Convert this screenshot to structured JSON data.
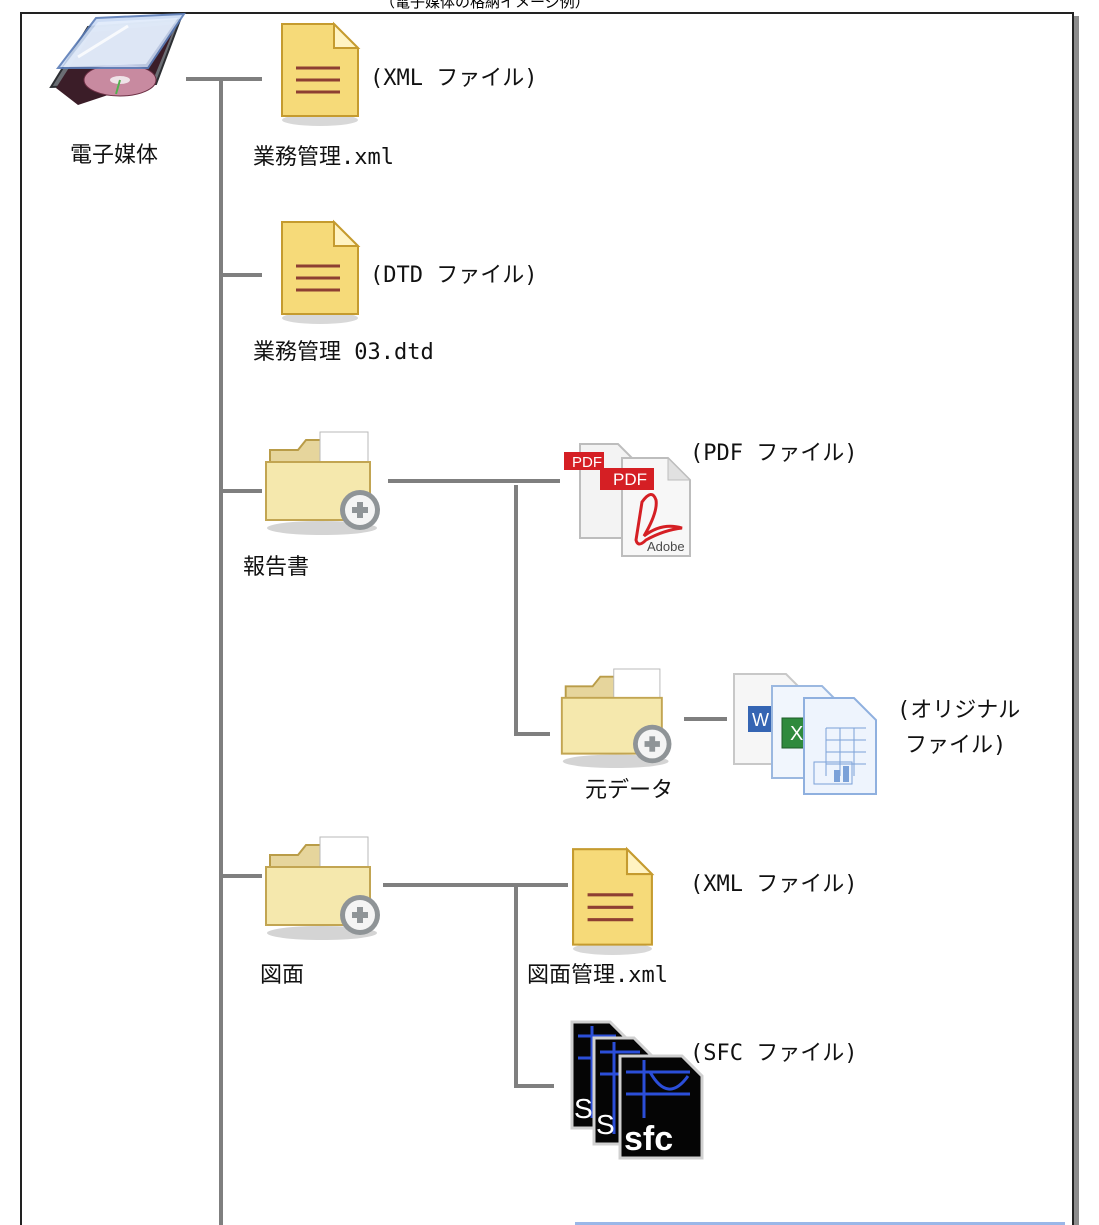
{
  "header": {
    "title": "（電子媒体の格納イメージ例）"
  },
  "root": {
    "label": "電子媒体",
    "icon": "cd-case-icon"
  },
  "items": {
    "xml_file": {
      "name": "業務管理.xml",
      "type": "(XML ファイル)",
      "icon": "xml-document-icon"
    },
    "dtd_file": {
      "name": "業務管理 03.dtd",
      "type": "(DTD ファイル)",
      "icon": "dtd-document-icon"
    },
    "report_folder": {
      "name": "報告書",
      "icon": "folder-icon"
    },
    "report_pdf": {
      "type": "(PDF ファイル)",
      "icon": "pdf-files-icon",
      "badge": "PDF",
      "brand": "Adobe"
    },
    "source_folder": {
      "name": "元データ",
      "icon": "folder-icon"
    },
    "original_files": {
      "type_line1": "(オリジナル",
      "type_line2": "ファイル)",
      "icon": "office-files-icon"
    },
    "drawing_folder": {
      "name": "図面",
      "icon": "folder-icon"
    },
    "drawing_xml": {
      "name": "図面管理.xml",
      "type": "(XML ファイル)",
      "icon": "xml-document-icon"
    },
    "sfc_files": {
      "type": "(SFC ファイル)",
      "icon": "sfc-files-icon",
      "badge": "sfc"
    }
  }
}
